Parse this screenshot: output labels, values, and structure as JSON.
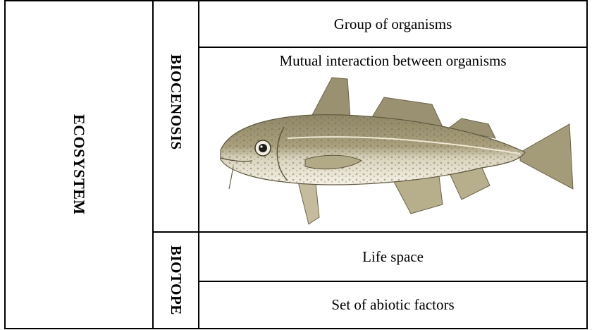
{
  "left_label": "ECOSYSTEM",
  "biocenosis": {
    "label": "BIOCENOSIS",
    "rows": [
      "Group of organisms",
      "Mutual interaction between organisms"
    ]
  },
  "biotope": {
    "label": "BIOTOPE",
    "rows": [
      "Life space",
      "Set of abiotic factors"
    ]
  },
  "colors": {
    "border": "#000000",
    "fish_body": "#a39a78",
    "fish_belly": "#f3efe3",
    "fin": "#8a7f5e"
  }
}
